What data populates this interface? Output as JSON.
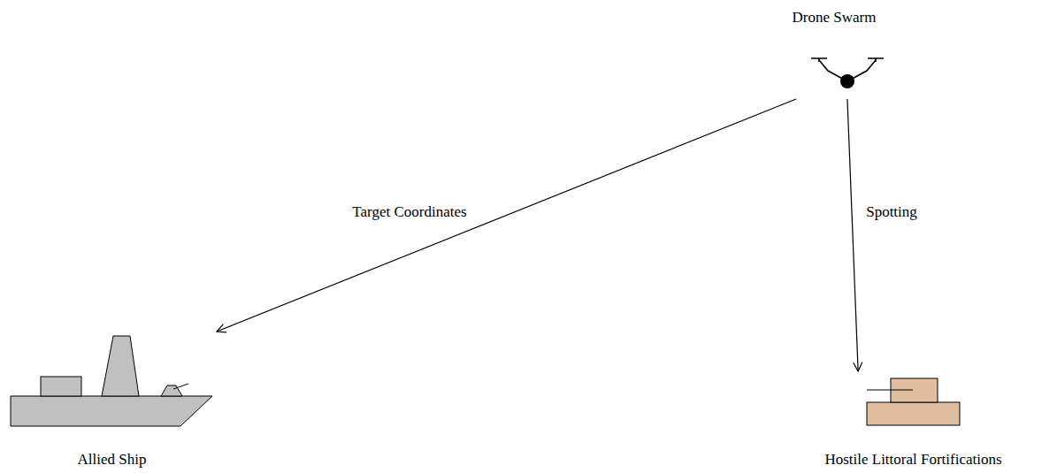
{
  "diagram": {
    "nodes": [
      {
        "text": [
          "Drone Swarm"
        ]
      },
      {
        "text": [
          "Allied Ship"
        ]
      },
      {
        "text": [
          "Hostile Littoral Fortifications"
        ]
      }
    ],
    "edges": [
      {
        "from": 0,
        "to": 1,
        "arrow": "to",
        "label": "Target Coordinates"
      },
      {
        "from": 0,
        "to": 2,
        "arrow": "to",
        "label": "Spotting"
      }
    ]
  }
}
